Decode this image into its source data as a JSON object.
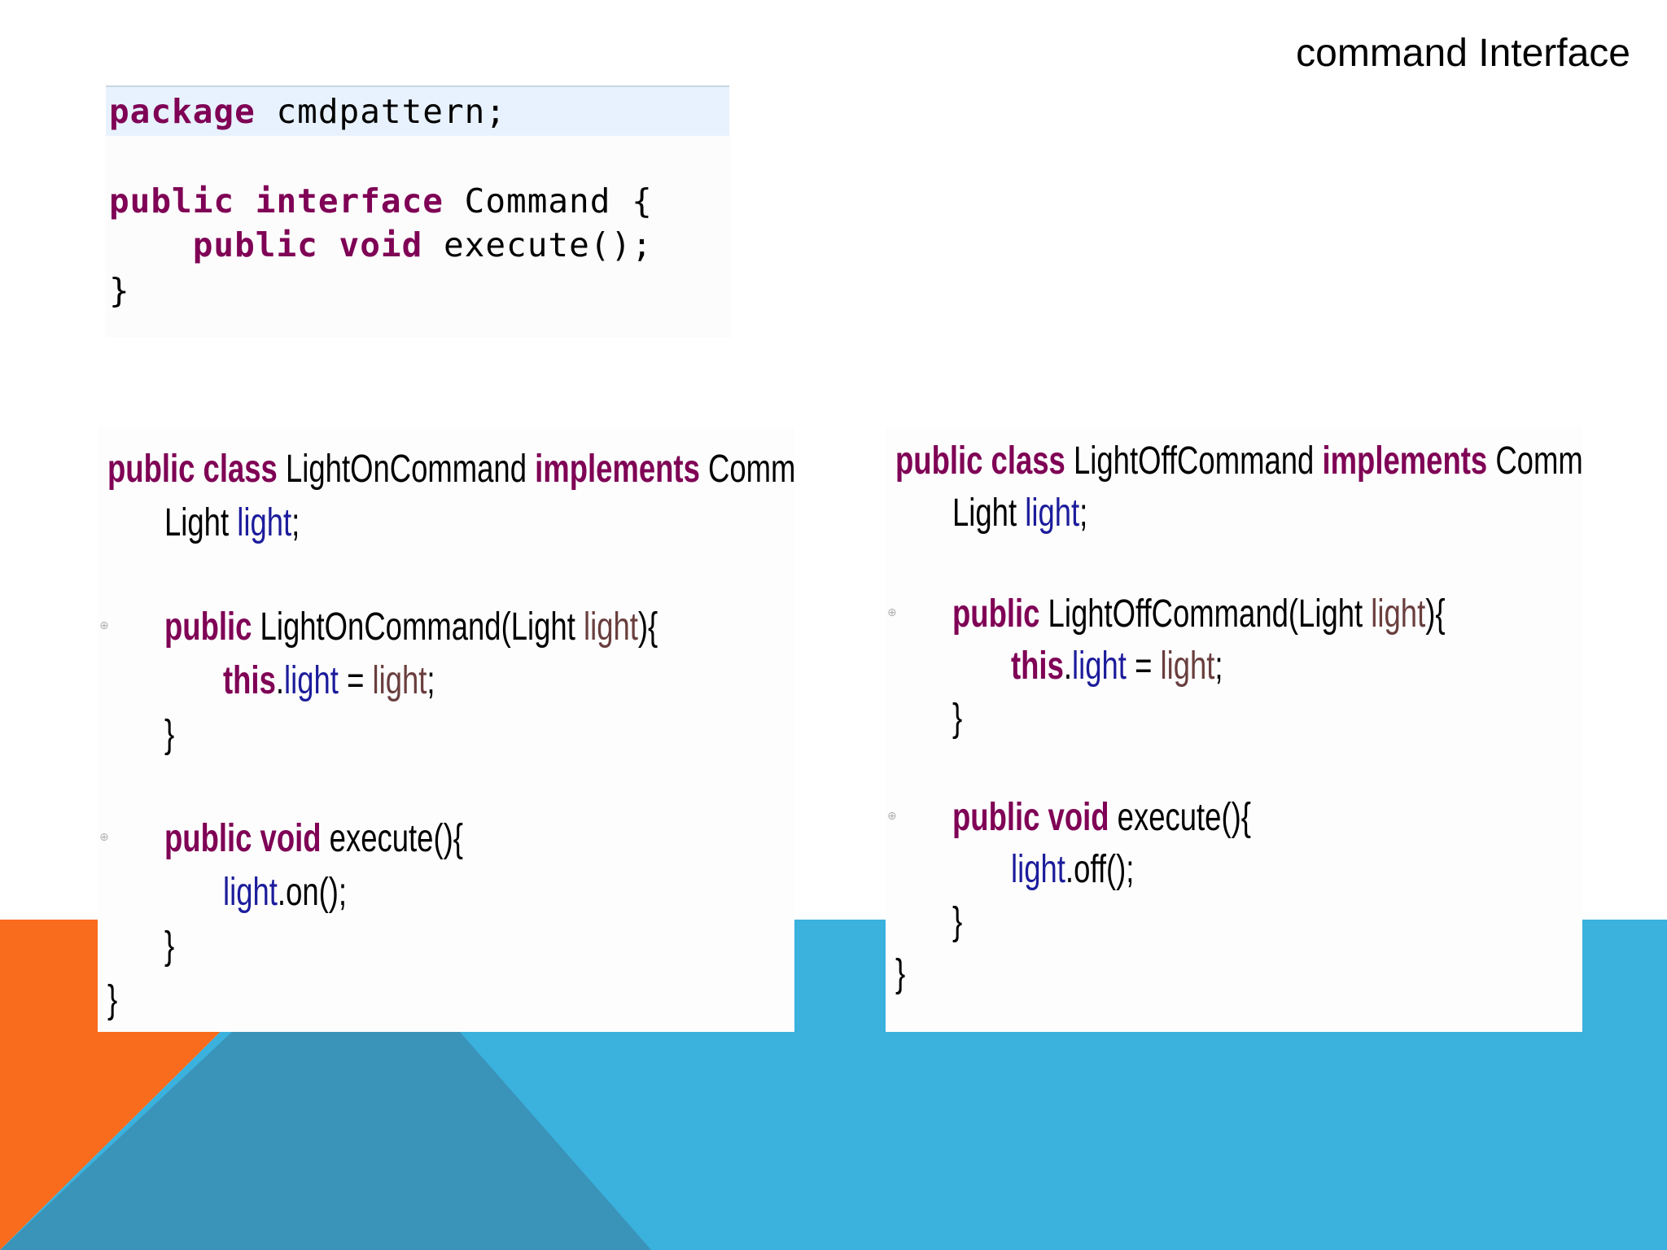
{
  "slide": {
    "title": "command Interface"
  },
  "colors": {
    "orange": "#f96b1d",
    "blue": "#3bb1dd",
    "dark_blue": "#3a93b8",
    "keyword": "#7f0055",
    "field": "#1c1c9c",
    "parameter": "#6a3e3e",
    "package_highlight": "#e8f2fe"
  },
  "code_interface": {
    "line1_kw": "package",
    "line1_rest": " cmdpattern;",
    "line3_kw": "public interface",
    "line3_rest": " Command {",
    "line4_indent": "    ",
    "line4_kw": "public void",
    "line4_rest": " execute();",
    "line5": "}"
  },
  "code_on": {
    "l1_kw1": "public class",
    "l1_name": " LightOnCommand ",
    "l1_kw2": "implements",
    "l1_rest": " Command{",
    "l2_type": "Light ",
    "l2_field": "light",
    "l2_semi": ";",
    "l4_kw": "public",
    "l4_rest": " LightOnCommand(Light ",
    "l4_param": "light",
    "l4_end": "){",
    "l5_kw": "this",
    "l5_dot": ".",
    "l5_field": "light",
    "l5_eq": " = ",
    "l5_param": "light",
    "l5_semi": ";",
    "l6": "}",
    "l8_kw": "public void",
    "l8_rest": " execute(){",
    "l9_field": "light",
    "l9_rest": ".on();",
    "l10": "}",
    "l11": "}"
  },
  "code_off": {
    "l1_kw1": "public class",
    "l1_name": " LightOffCommand ",
    "l1_kw2": "implements",
    "l1_rest": " Command{",
    "l2_type": "Light ",
    "l2_field": "light",
    "l2_semi": ";",
    "l4_kw": "public",
    "l4_rest": " LightOffCommand(Light ",
    "l4_param": "light",
    "l4_end": "){",
    "l5_kw": "this",
    "l5_dot": ".",
    "l5_field": "light",
    "l5_eq": " = ",
    "l5_param": "light",
    "l5_semi": ";",
    "l6": "}",
    "l8_kw": "public void",
    "l8_rest": " execute(){",
    "l9_field": "light",
    "l9_rest": ".off();",
    "l10": "}",
    "l11": "}"
  },
  "gutter_markers": {
    "fold_glyph": "⊕"
  }
}
